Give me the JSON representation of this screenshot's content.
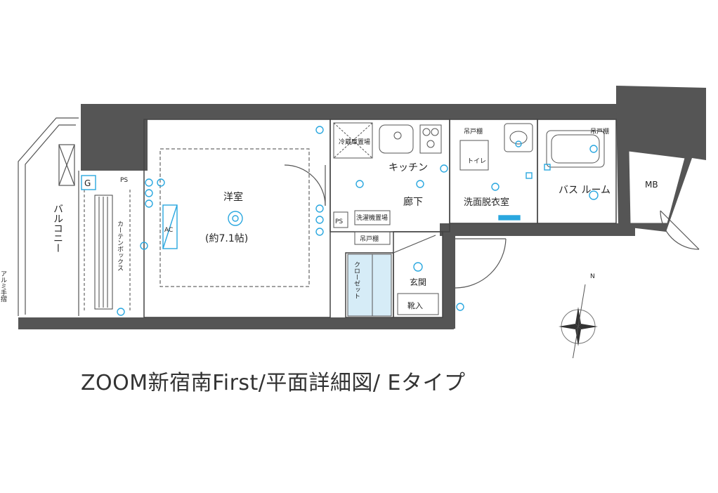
{
  "rooms": {
    "western": "洋室",
    "western_size": "(約7.1帖)",
    "balcony": "バルコニー",
    "curtain_box": "カーテンボックス",
    "kitchen": "キッチン",
    "corridor": "廊下",
    "washroom": "洗面脱衣室",
    "bath": "バス\nルーム",
    "toilet": "トイレ",
    "closet": "クローゼット",
    "entrance": "玄関",
    "shoes": "靴入",
    "mb": "MB"
  },
  "labels": {
    "fridge": "冷蔵庫置場",
    "washer": "洗濯機置場",
    "hanging1": "吊戸棚",
    "hanging2": "吊戸棚",
    "hanging3": "吊戸棚",
    "ps1": "PS",
    "ps2": "PS",
    "ac": "AC",
    "g": "G",
    "alu": "アルミ手摺",
    "north": "N"
  },
  "caption": "ZOOM新宿南First/平面詳細図/ Eタイプ",
  "colors": {
    "wall": "#555555",
    "fixture": "#2aa7df",
    "closet_fill": "#d6ecf7"
  }
}
